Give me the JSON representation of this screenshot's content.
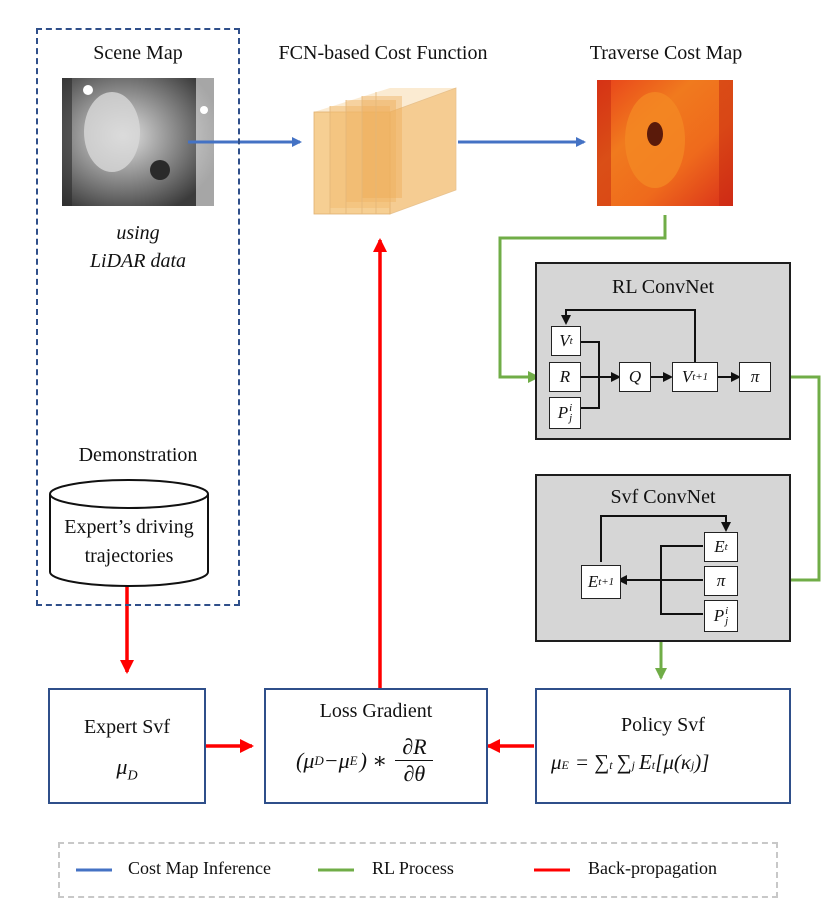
{
  "scene": {
    "title": "Scene Map",
    "note_line1": "using",
    "note_line2": "LiDAR data",
    "demo_label": "Demonstration",
    "db_line1": "Expert’s driving",
    "db_line2": "trajectories"
  },
  "fcn": {
    "title": "FCN-based Cost Function"
  },
  "cost_map": {
    "title": "Traverse Cost Map"
  },
  "rl": {
    "title": "RL ConvNet",
    "nodes": {
      "v_t": "V",
      "v_t_sub": "t",
      "r": "R",
      "p": "P",
      "p_sub": "j",
      "p_sup": "i",
      "q": "Q",
      "v_next": "V",
      "v_next_sub": "t+1",
      "pi": "π"
    }
  },
  "svf": {
    "title": "Svf ConvNet",
    "nodes": {
      "e_t": "E",
      "e_t_sub": "t",
      "pi": "π",
      "p": "P",
      "p_sub": "j",
      "p_sup": "i",
      "e_next": "E",
      "e_next_sub": "t+1"
    }
  },
  "expert_svf": {
    "title": "Expert Svf",
    "formula": "μ",
    "formula_sub": "D"
  },
  "loss": {
    "title": "Loss Gradient",
    "formula_left": "(μ",
    "d_sub": "D",
    "minus": "−μ",
    "e_sub": "E",
    "close": ") ∗",
    "frac_num": "∂R",
    "frac_den": "∂θ"
  },
  "policy_svf": {
    "title": "Policy Svf",
    "formula": "μ",
    "formula_sub": "E",
    "formula_rest": "= ∑",
    "t_sub": "t",
    "sum2": "∑",
    "j_sub": "j",
    "et": "E",
    "et_sub": "t",
    "tail": "[μ(κ",
    "kj_sub": "j",
    "close": ")]"
  },
  "legend": {
    "items": [
      {
        "label": "Cost Map Inference",
        "color": "#4472c4"
      },
      {
        "label": "RL Process",
        "color": "#70ad47"
      },
      {
        "label": "Back-propagation",
        "color": "#ff0000"
      }
    ]
  },
  "colors": {
    "blue": "#4472c4",
    "green": "#70ad47",
    "red": "#ff0000",
    "frame": "#2f4f8a"
  }
}
